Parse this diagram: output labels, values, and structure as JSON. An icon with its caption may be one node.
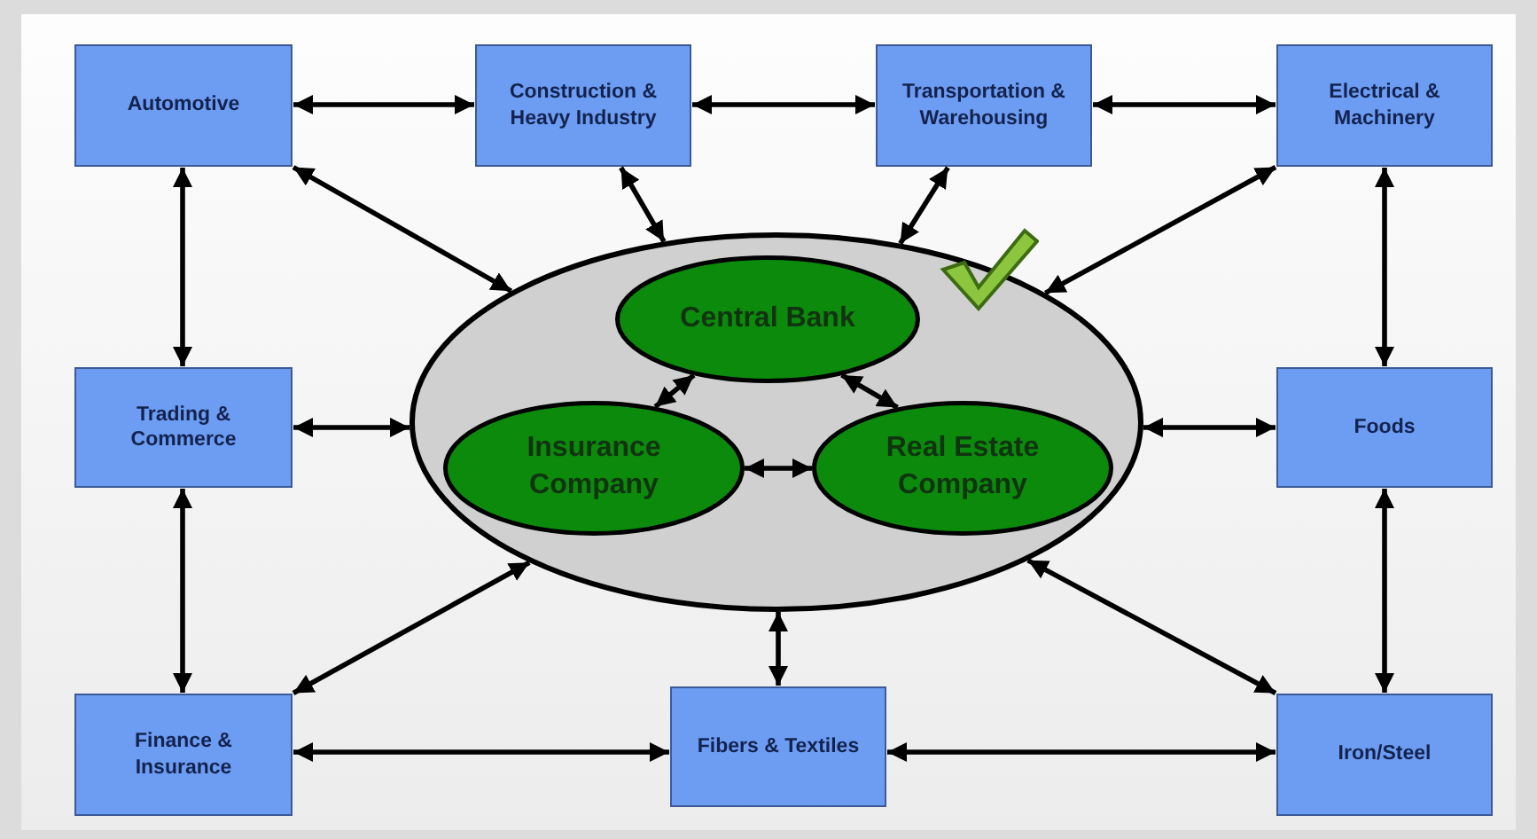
{
  "diagram": {
    "nodes": [
      {
        "text": [
          "Automotive"
        ]
      },
      {
        "text": [
          "Construction & Heavy Industry"
        ]
      },
      {
        "text": [
          "Transportation & Warehousing"
        ]
      },
      {
        "text": [
          "Electrical & Machinery"
        ]
      },
      {
        "text": [
          "Trading & Commerce"
        ]
      },
      {
        "text": [],
        "shape": "ellipse"
      },
      {
        "text": [
          "Central Bank"
        ],
        "in": 5
      },
      {
        "text": [
          "Insurance Company"
        ],
        "in": 5
      },
      {
        "text": [
          "Real Estate Company"
        ],
        "in": 5
      },
      {
        "text": [
          "Foods"
        ]
      },
      {
        "text": [
          "Finance & Insurance"
        ]
      },
      {
        "text": [
          "Fibers & Textiles"
        ]
      },
      {
        "text": [
          "Iron/Steel"
        ]
      }
    ],
    "edges": [
      {
        "from": 0,
        "to": 1,
        "arrow": "both"
      },
      {
        "from": 1,
        "to": 2,
        "arrow": "both"
      },
      {
        "from": 2,
        "to": 3,
        "arrow": "both"
      },
      {
        "from": 0,
        "to": 4,
        "arrow": "both"
      },
      {
        "from": 3,
        "to": 9,
        "arrow": "both"
      },
      {
        "from": 4,
        "to": 10,
        "arrow": "both"
      },
      {
        "from": 9,
        "to": 12,
        "arrow": "both"
      },
      {
        "from": 10,
        "to": 11,
        "arrow": "both"
      },
      {
        "from": 11,
        "to": 12,
        "arrow": "both"
      },
      {
        "from": 0,
        "to": 5,
        "arrow": "both"
      },
      {
        "from": 1,
        "to": 5,
        "arrow": "both"
      },
      {
        "from": 2,
        "to": 5,
        "arrow": "both"
      },
      {
        "from": 3,
        "to": 5,
        "arrow": "both"
      },
      {
        "from": 4,
        "to": 5,
        "arrow": "both"
      },
      {
        "from": 9,
        "to": 5,
        "arrow": "both"
      },
      {
        "from": 10,
        "to": 5,
        "arrow": "both"
      },
      {
        "from": 11,
        "to": 5,
        "arrow": "both"
      },
      {
        "from": 12,
        "to": 5,
        "arrow": "both"
      },
      {
        "from": 6,
        "to": 7,
        "arrow": "both"
      },
      {
        "from": 6,
        "to": 8,
        "arrow": "both"
      },
      {
        "from": 7,
        "to": 8,
        "arrow": "both"
      }
    ]
  }
}
